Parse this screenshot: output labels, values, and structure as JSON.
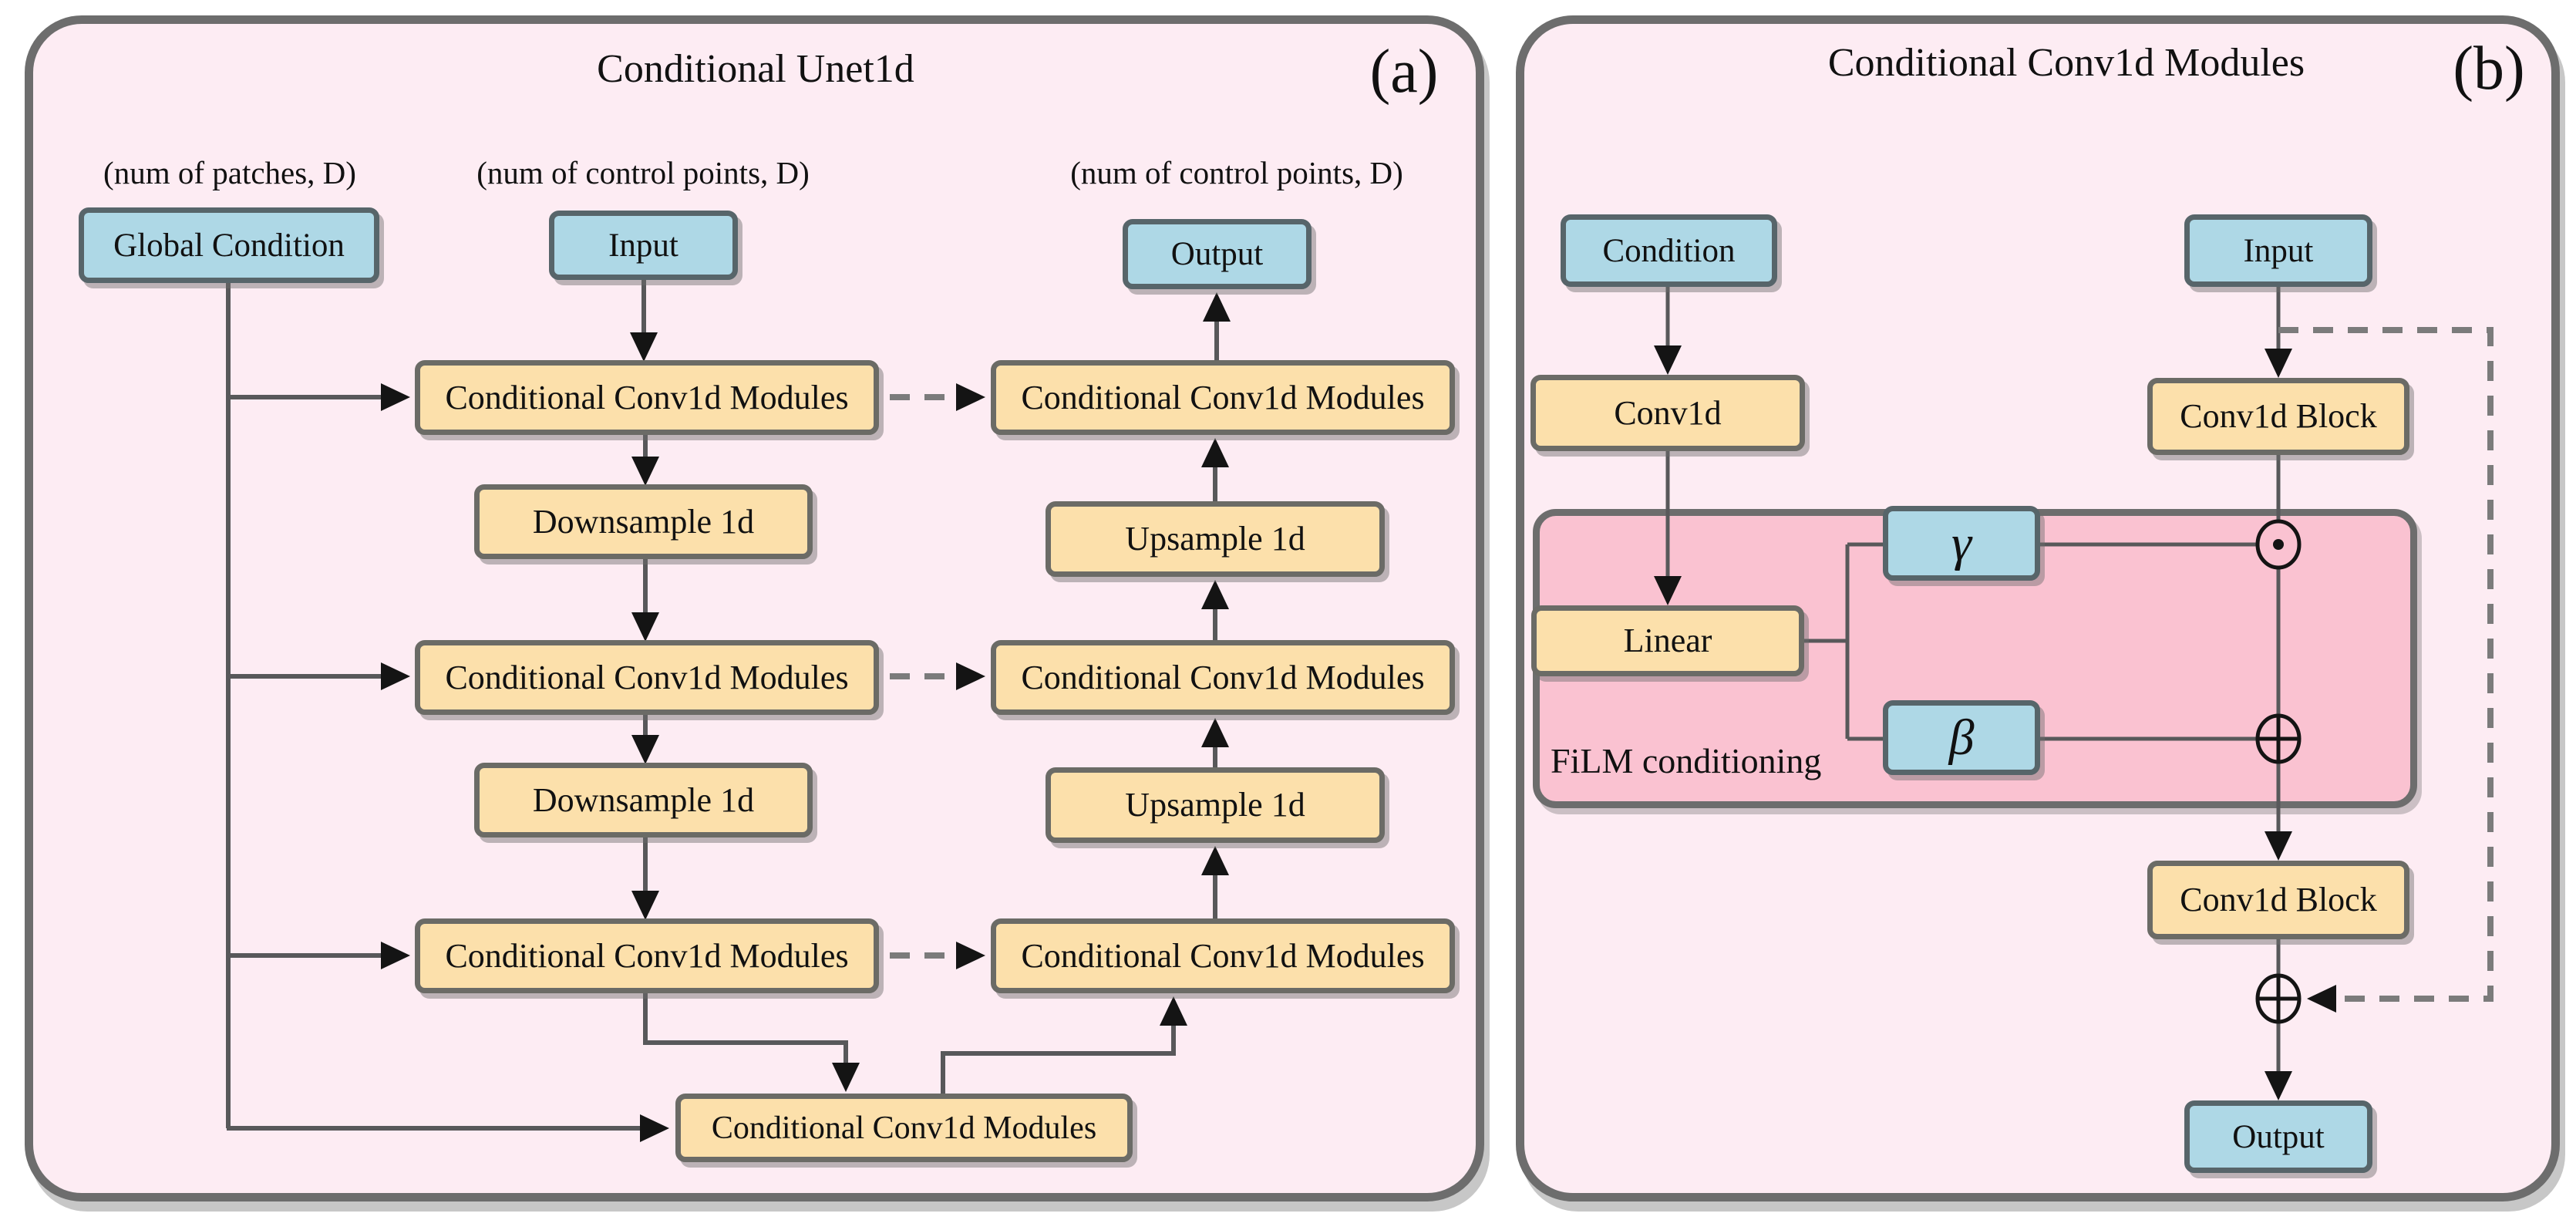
{
  "figure": {
    "description": "Two-panel neural network architecture diagram"
  },
  "panel_a": {
    "title": "Conditional Unet1d",
    "tag": "(a)",
    "dim_labels": {
      "patches": "(num of patches, D)",
      "control_points_in": "(num of control points, D)",
      "control_points_out": "(num of control points, D)"
    },
    "nodes": {
      "global_condition": "Global Condition",
      "input": "Input",
      "output": "Output",
      "conv_module": "Conditional Conv1d Modules",
      "downsample": "Downsample 1d",
      "upsample": "Upsample 1d"
    },
    "edges": [
      {
        "from": "Input",
        "to": "Conditional Conv1d Modules (encoder 1)",
        "style": "solid-arrow"
      },
      {
        "from": "Conditional Conv1d Modules (encoder 1)",
        "to": "Downsample 1d (1)",
        "style": "solid-arrow"
      },
      {
        "from": "Downsample 1d (1)",
        "to": "Conditional Conv1d Modules (encoder 2)",
        "style": "solid-arrow"
      },
      {
        "from": "Conditional Conv1d Modules (encoder 2)",
        "to": "Downsample 1d (2)",
        "style": "solid-arrow"
      },
      {
        "from": "Downsample 1d (2)",
        "to": "Conditional Conv1d Modules (encoder 3)",
        "style": "solid-arrow"
      },
      {
        "from": "Conditional Conv1d Modules (encoder 3)",
        "to": "Conditional Conv1d Modules (bottleneck)",
        "style": "solid-arrow"
      },
      {
        "from": "Conditional Conv1d Modules (bottleneck)",
        "to": "Conditional Conv1d Modules (decoder 3)",
        "style": "solid-arrow"
      },
      {
        "from": "Conditional Conv1d Modules (decoder 3)",
        "to": "Upsample 1d (2)",
        "style": "solid-arrow"
      },
      {
        "from": "Upsample 1d (2)",
        "to": "Conditional Conv1d Modules (decoder 2)",
        "style": "solid-arrow"
      },
      {
        "from": "Conditional Conv1d Modules (decoder 2)",
        "to": "Upsample 1d (1)",
        "style": "solid-arrow"
      },
      {
        "from": "Upsample 1d (1)",
        "to": "Conditional Conv1d Modules (decoder 1)",
        "style": "solid-arrow"
      },
      {
        "from": "Conditional Conv1d Modules (decoder 1)",
        "to": "Output",
        "style": "solid-arrow"
      },
      {
        "from": "Global Condition",
        "to": "Conditional Conv1d Modules (encoder 1)",
        "style": "solid-arrow"
      },
      {
        "from": "Global Condition",
        "to": "Conditional Conv1d Modules (encoder 2)",
        "style": "solid-arrow"
      },
      {
        "from": "Global Condition",
        "to": "Conditional Conv1d Modules (encoder 3)",
        "style": "solid-arrow"
      },
      {
        "from": "Global Condition",
        "to": "Conditional Conv1d Modules (bottleneck)",
        "style": "solid-arrow"
      },
      {
        "from": "Conditional Conv1d Modules (encoder 1)",
        "to": "Conditional Conv1d Modules (decoder 1)",
        "style": "dashed-arrow"
      },
      {
        "from": "Conditional Conv1d Modules (encoder 2)",
        "to": "Conditional Conv1d Modules (decoder 2)",
        "style": "dashed-arrow"
      },
      {
        "from": "Conditional Conv1d Modules (encoder 3)",
        "to": "Conditional Conv1d Modules (decoder 3)",
        "style": "dashed-arrow"
      }
    ]
  },
  "panel_b": {
    "title": "Conditional Conv1d Modules",
    "tag": "(b)",
    "nodes": {
      "condition": "Condition",
      "input": "Input",
      "conv1d": "Conv1d",
      "conv1d_block": "Conv1d Block",
      "linear": "Linear",
      "gamma": "γ",
      "beta": "β",
      "output": "Output",
      "film_label": "FiLM conditioning"
    },
    "operators": {
      "elementwise_multiply": "⊙",
      "elementwise_add": "⊕"
    },
    "edges": [
      {
        "from": "Condition",
        "to": "Conv1d",
        "style": "solid-arrow"
      },
      {
        "from": "Conv1d",
        "to": "Linear",
        "style": "solid-arrow"
      },
      {
        "from": "Linear",
        "to": "γ",
        "style": "solid-line"
      },
      {
        "from": "Linear",
        "to": "β",
        "style": "solid-line"
      },
      {
        "from": "Input",
        "to": "Conv1d Block (1)",
        "style": "solid-arrow"
      },
      {
        "from": "Conv1d Block (1)",
        "to": "⊙",
        "style": "solid-line"
      },
      {
        "from": "γ",
        "to": "⊙",
        "style": "solid-line"
      },
      {
        "from": "⊙",
        "to": "⊕ (FiLM)",
        "style": "solid-line"
      },
      {
        "from": "β",
        "to": "⊕ (FiLM)",
        "style": "solid-line"
      },
      {
        "from": "⊕ (FiLM)",
        "to": "Conv1d Block (2)",
        "style": "solid-arrow"
      },
      {
        "from": "Conv1d Block (2)",
        "to": "⊕ (skip)",
        "style": "solid-line"
      },
      {
        "from": "Input",
        "to": "⊕ (skip)",
        "style": "dashed-arrow"
      },
      {
        "from": "⊕ (skip)",
        "to": "Output",
        "style": "solid-arrow"
      }
    ]
  },
  "colors": {
    "panel_fill": "#fdecf3",
    "panel_border": "#6d6d6d",
    "box_blue": "#aed8e6",
    "box_orange": "#fce0ab",
    "film_pink": "#fac2d1",
    "line_gray": "#58585a",
    "dashed_gray": "#7b7b7b",
    "arrow_black": "#141414",
    "text": "#111111"
  }
}
